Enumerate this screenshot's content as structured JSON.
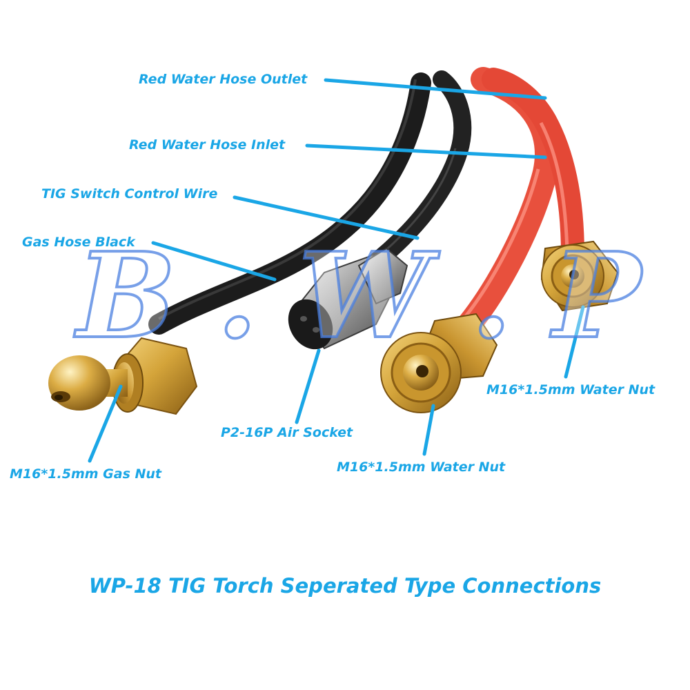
{
  "labels": {
    "red_outlet": "Red  Water Hose Outlet",
    "red_inlet": "Red  Water Hose Inlet",
    "switch_wire": "TIG Switch Control Wire",
    "gas_hose": "Gas Hose Black",
    "air_socket": "P2-16P Air Socket",
    "gas_nut": "M16*1.5mm Gas Nut",
    "water_nut_center": "M16*1.5mm Water Nut",
    "water_nut_right": "M16*1.5mm Water Nut"
  },
  "caption": "WP-18 TIG Torch Seperated Type Connections",
  "watermark": "B . W . P",
  "colors": {
    "label_text": "#1aa6e6",
    "pointer_lines": "#1aa6e6",
    "red_hose": "#e8503d",
    "black_hose": "#1c1c1c",
    "brass": "#c9962e"
  }
}
